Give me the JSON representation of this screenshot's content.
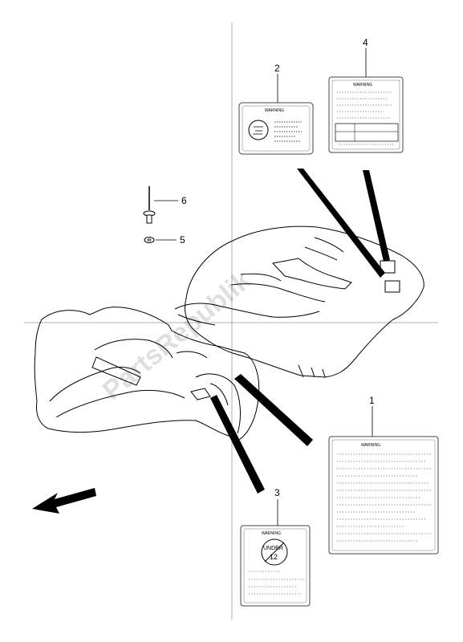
{
  "watermark": "PartsRepublik",
  "callouts": [
    {
      "id": "1",
      "text": "1"
    },
    {
      "id": "2",
      "text": "2"
    },
    {
      "id": "3",
      "text": "3"
    },
    {
      "id": "4",
      "text": "4"
    },
    {
      "id": "5",
      "text": "5"
    },
    {
      "id": "6",
      "text": "6"
    }
  ],
  "labels": {
    "warning_text": "WARNING",
    "under_text": "UNDER",
    "age_text": "12"
  },
  "colors": {
    "line": "#000000",
    "guide": "#999999",
    "watermark": "#000000",
    "label_border": "#444444",
    "label_fill": "#ffffff"
  },
  "icons": {
    "arrow": "front-direction-arrow",
    "rivet": "rivet-icon",
    "washer": "washer-icon"
  }
}
